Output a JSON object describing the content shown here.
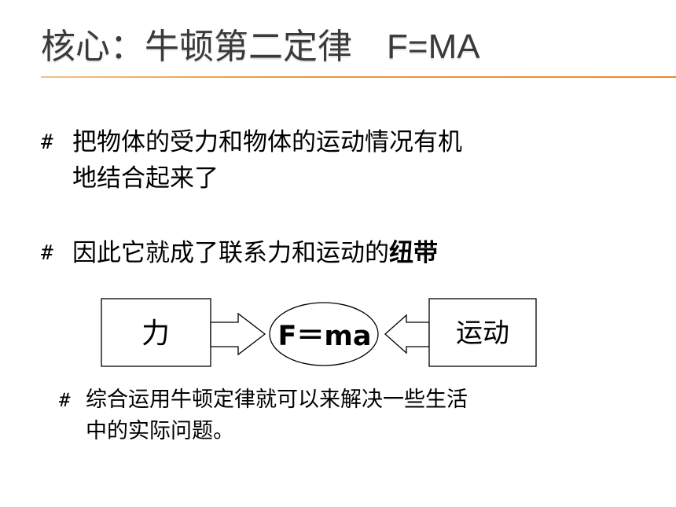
{
  "title": {
    "main": "核心：牛顿第二定律",
    "formula": "F=MA"
  },
  "bullets": [
    {
      "mark": "#",
      "lines": [
        "把物体的受力和物体的运动情况有机",
        "地结合起来了"
      ]
    },
    {
      "mark": "#",
      "text": "因此它就成了联系力和运动的",
      "emphasis": "纽带"
    },
    {
      "mark": "#",
      "lines": [
        "综合运用牛顿定律就可以来解决一些生活",
        "中的实际问题。"
      ]
    }
  ],
  "diagram": {
    "left_box": "力",
    "center": "F＝ma",
    "right_box": "运动"
  },
  "colors": {
    "title_text": "#3a3a3a",
    "rule": "#ea8a23"
  }
}
